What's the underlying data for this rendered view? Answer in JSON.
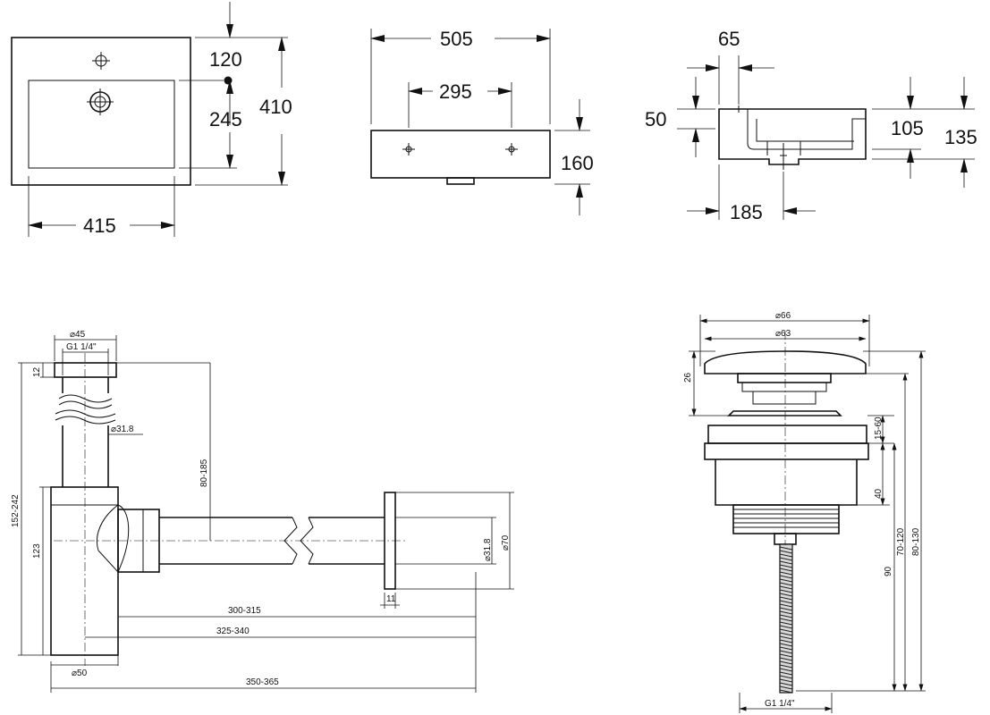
{
  "basin_top": {
    "width": "415",
    "depth": "410",
    "tap_offset": "120",
    "bowl_depth": "245"
  },
  "basin_front": {
    "width": "505",
    "tap_span": "295",
    "height": "160"
  },
  "basin_side": {
    "rim_offset": "65",
    "rim_height": "50",
    "bowl_height": "105",
    "total_height": "135",
    "outlet_offset": "185"
  },
  "trap": {
    "top_dia": "⌀45",
    "thread": "G1 1/4\"",
    "cap_height": "12",
    "pipe_dia": "⌀31.8",
    "range_height": "152-242",
    "body_height": "123",
    "inlet_height": "80-185",
    "outlet_pipe": "⌀31.8",
    "flange_dia": "⌀70",
    "flange_thk": "11",
    "len_a": "300-315",
    "len_b": "325-340",
    "len_c": "350-365",
    "base_dia": "⌀50"
  },
  "waste": {
    "cap_dia": "⌀66",
    "inner_dia": "⌀63",
    "cap_height": "26",
    "clamp_range": "15-60",
    "body_height": "40",
    "range_a": "70-120",
    "range_b": "80-130",
    "thread_len": "90",
    "thread": "G1 1/4\""
  }
}
